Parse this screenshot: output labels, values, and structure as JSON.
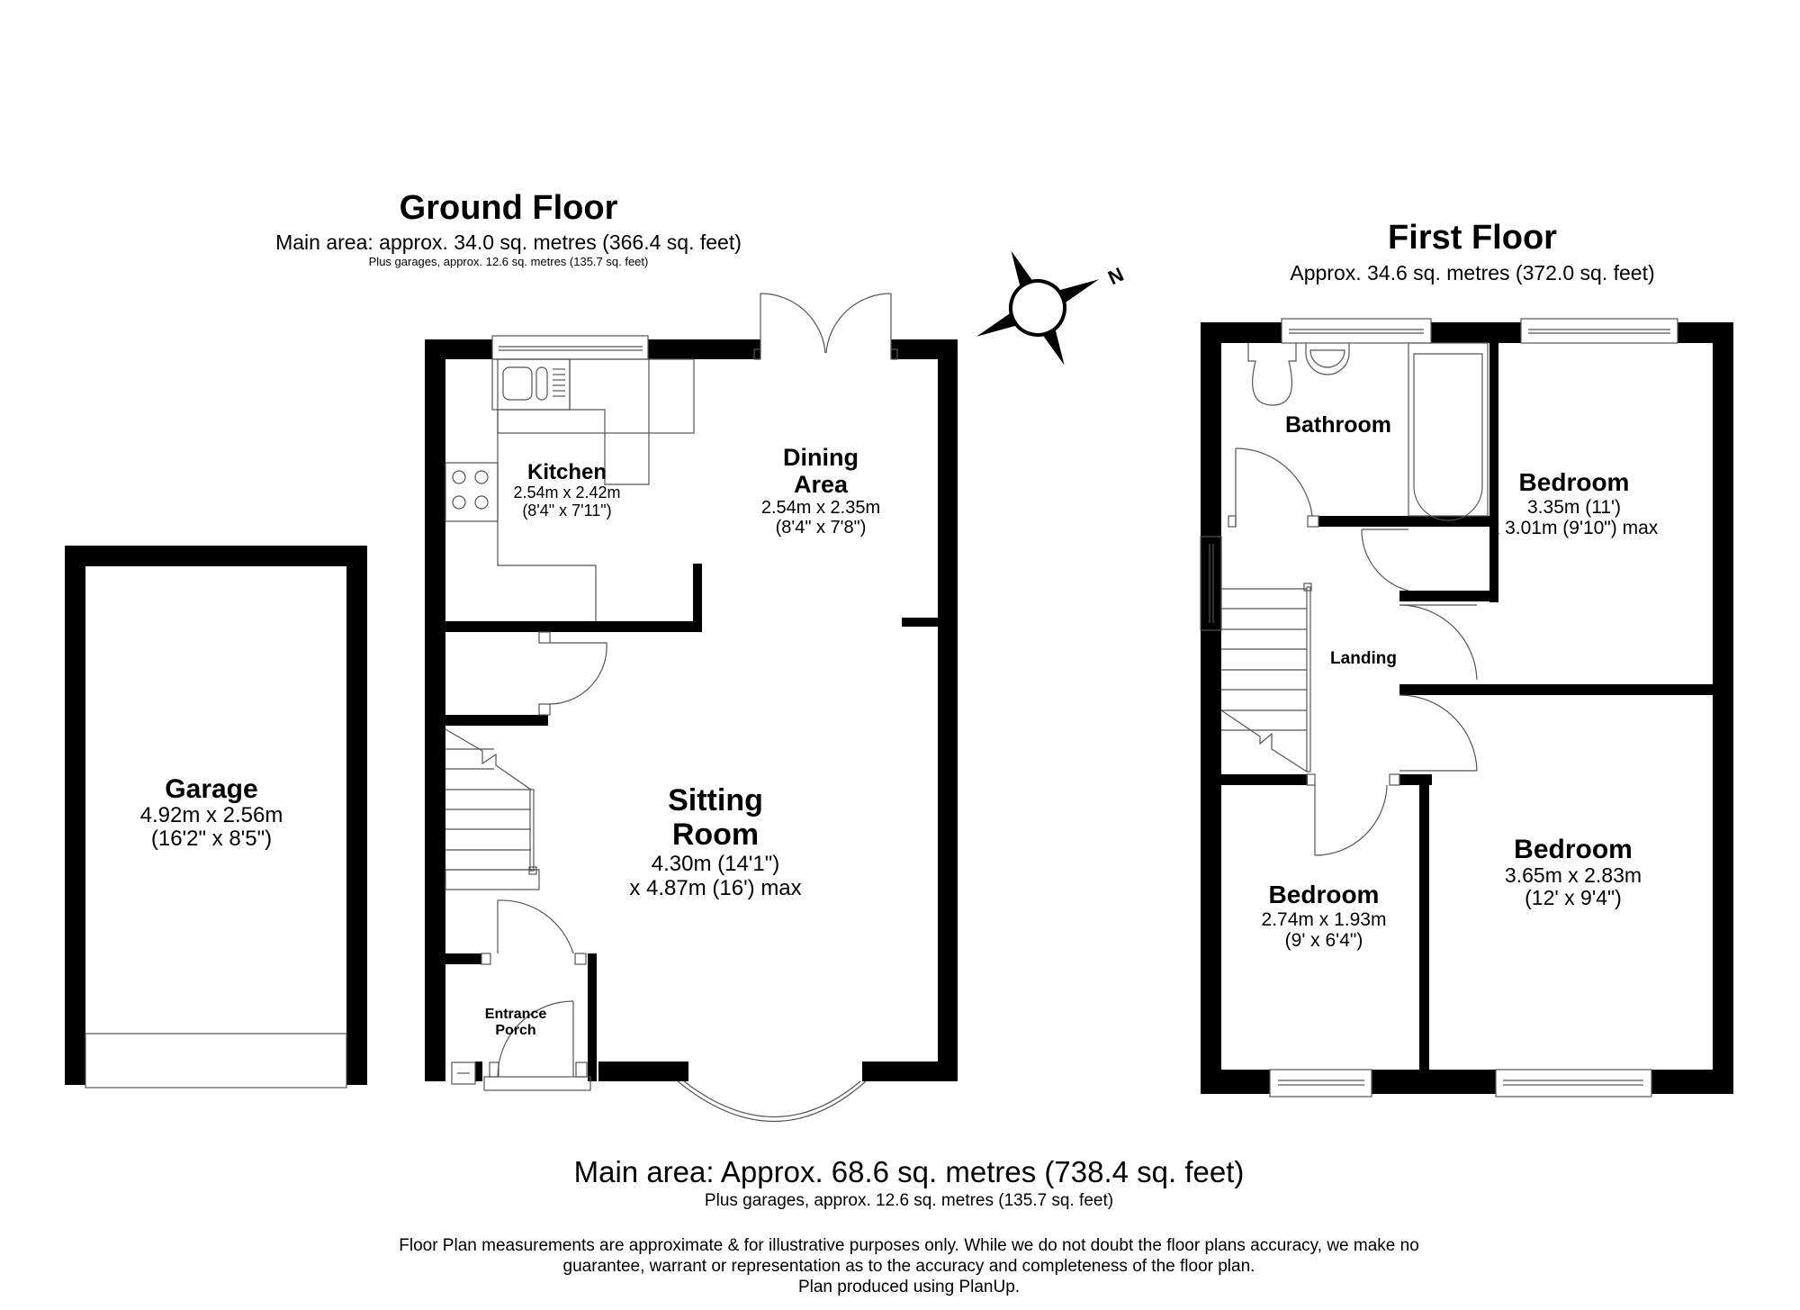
{
  "ground_floor": {
    "title": "Ground Floor",
    "main_area": "Main area: approx. 34.0 sq. metres (366.4 sq. feet)",
    "garages_area": "Plus garages, approx. 12.6 sq. metres (135.7 sq. feet)",
    "rooms": [
      {
        "name": "Kitchen",
        "dim_metric": "2.54m x 2.42m",
        "dim_imperial": "(8'4\" x 7'11\")"
      },
      {
        "name_line1": "Dining",
        "name_line2": "Area",
        "dim_metric": "2.54m x 2.35m",
        "dim_imperial": "(8'4\" x 7'8\")"
      },
      {
        "name_line1": "Sitting",
        "name_line2": "Room",
        "dim_line1": "4.30m (14'1\")",
        "dim_line2": "x 4.87m (16') max"
      },
      {
        "name_line1": "Entrance",
        "name_line2": "Porch"
      },
      {
        "name": "Garage",
        "dim_metric": "4.92m x 2.56m",
        "dim_imperial": "(16'2\" x 8'5\")"
      }
    ]
  },
  "first_floor": {
    "title": "First Floor",
    "area": "Approx. 34.6 sq. metres (372.0 sq. feet)",
    "rooms": [
      {
        "name": "Bathroom"
      },
      {
        "name": "Bedroom",
        "dim_line1": "3.35m (11')",
        "dim_line2": "x 3.01m (9'10\") max"
      },
      {
        "name": "Landing"
      },
      {
        "name": "Bedroom",
        "dim_metric": "2.74m x 1.93m",
        "dim_imperial": "(9' x 6'4\")"
      },
      {
        "name": "Bedroom",
        "dim_metric": "3.65m x 2.83m",
        "dim_imperial": "(12' x 9'4\")"
      }
    ]
  },
  "compass": {
    "label": "N",
    "icon": "compass-rose-icon"
  },
  "footer": {
    "main_area": "Main area: Approx. 68.6 sq. metres (738.4 sq. feet)",
    "garages_area": "Plus garages, approx. 12.6 sq. metres (135.7 sq. feet)",
    "disclaimer_line1": "Floor Plan measurements are approximate & for illustrative purposes only. While we do not doubt the floor plans accuracy, we make no",
    "disclaimer_line2": "guarantee, warrant or representation as to the accuracy and completeness of the floor plan.",
    "credit": "Plan produced using PlanUp."
  },
  "colors": {
    "wall": "#000000",
    "background": "#ffffff",
    "fixture_line": "#555555"
  }
}
